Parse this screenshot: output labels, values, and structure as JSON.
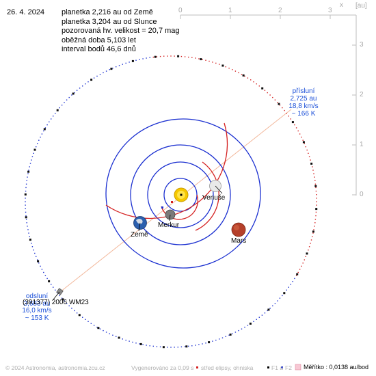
{
  "header": {
    "date": "26. 4. 2024",
    "info_lines": [
      "planetka 2,216 au od Země",
      "planetka 3,204 au od Slunce",
      "pozorovaná hv. velikost = 20,7 mag",
      "oběžná doba 5,103 let",
      "interval bodů 46,6 dnů"
    ]
  },
  "axes": {
    "x_ticks": [
      "0",
      "1",
      "2",
      "3"
    ],
    "x_end": "x",
    "unit": "[au]",
    "y_ticks": [
      "3",
      "2",
      "1",
      "0"
    ]
  },
  "bodies": {
    "venus": "Venuše",
    "earth": "Země",
    "mercury": "Merkur",
    "mars": "Mars"
  },
  "asteroid_label": "(391377) 2006 WM23",
  "perihelion": {
    "title": "přísluní",
    "distance": "2,725 au",
    "speed": "18,8 km/s",
    "temp": "~ 166 K"
  },
  "aphelion": {
    "title": "odsluní",
    "distance": "3,683 au",
    "speed": "16,0 km/s",
    "temp": "~ 153 K"
  },
  "footer": {
    "copyright": "© 2024 Astronomia, astronomia.zcu.cz",
    "generated": "Vygenerováno za 0,09 s",
    "legend_center": "střed elipsy, ohniska",
    "legend_f1": "F1 a",
    "legend_f2": "F2",
    "scale": "Měřítko : 0,0138 au/bod"
  },
  "colors": {
    "blue_orbit": "#1a2fd0",
    "red_orbit": "#d42020",
    "sun": "#f5c800",
    "mars": "#b5402a",
    "label_blue": "#1a4fd8"
  }
}
